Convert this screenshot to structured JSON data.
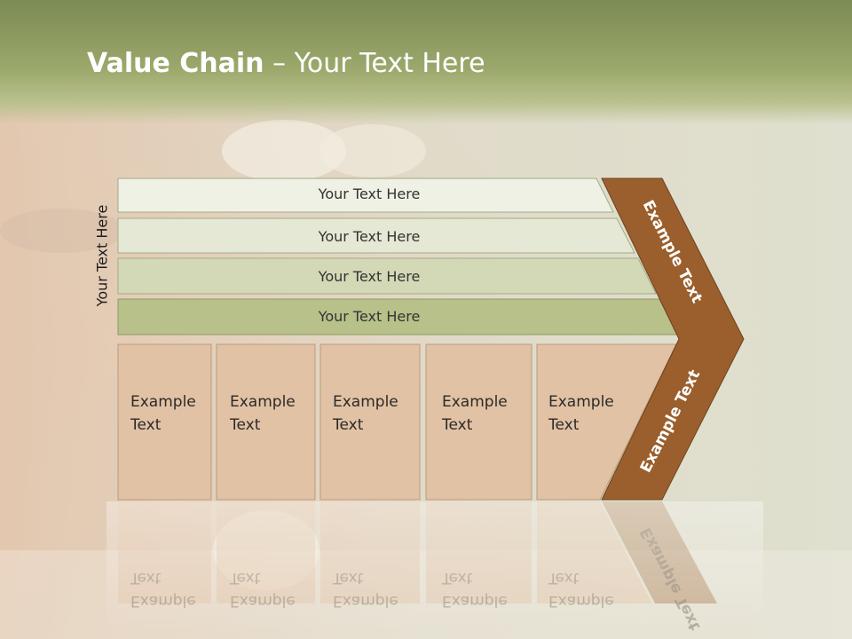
{
  "title": {
    "bold": "Value Chain",
    "rest": " – Your Text Here"
  },
  "side_label": "Your Text Here",
  "rows": [
    {
      "label": "Your Text Here",
      "color": "#eef1e4"
    },
    {
      "label": "Your Text Here",
      "color": "#e4e8d4"
    },
    {
      "label": "Your Text Here",
      "color": "#d3d9b6"
    },
    {
      "label": "Your Text Here",
      "color": "#b8c189"
    }
  ],
  "boxes": [
    {
      "line1": "Example",
      "line2": "Text"
    },
    {
      "line1": "Example",
      "line2": "Text"
    },
    {
      "line1": "Example",
      "line2": "Text"
    },
    {
      "line1": "Example",
      "line2": "Text"
    },
    {
      "line1": "Example",
      "line2": "Text"
    }
  ],
  "chevron": {
    "upper_text": "Example Text",
    "lower_text": "Example Text",
    "color": "#9a5f2c"
  },
  "colors": {
    "box_fill": "#e2c2a4",
    "box_stroke": "#b99b7e",
    "header": "#8e9b62"
  }
}
